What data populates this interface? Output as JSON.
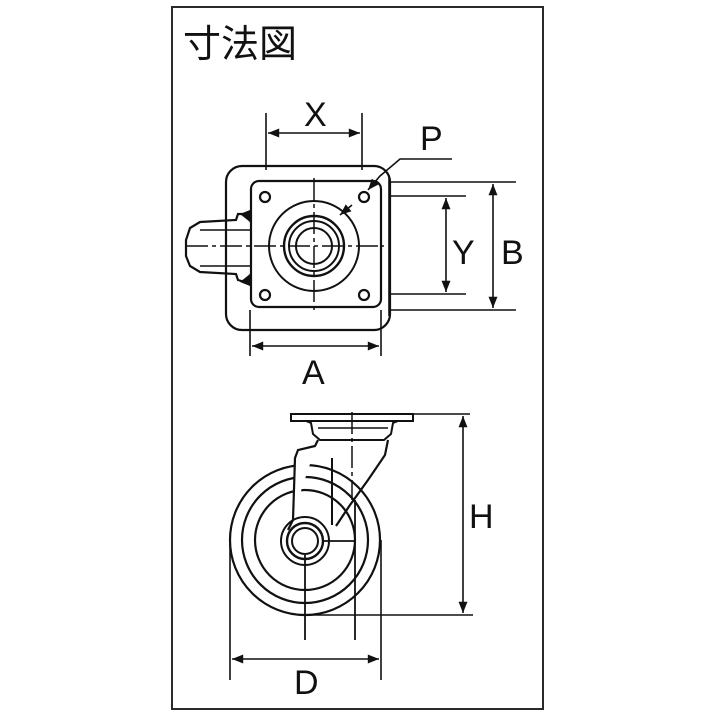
{
  "title": "寸法図",
  "diagram": {
    "type": "caster dimension drawing",
    "views": [
      "top-view",
      "side-view"
    ],
    "top_view_labels": {
      "x": "X",
      "y": "Y",
      "p": "P",
      "a": "A",
      "b": "B"
    },
    "side_view_labels": {
      "h": "H",
      "d": "D"
    },
    "colors": {
      "line": "#111111",
      "background": "#ffffff",
      "frame": "#2a2a2a"
    }
  }
}
